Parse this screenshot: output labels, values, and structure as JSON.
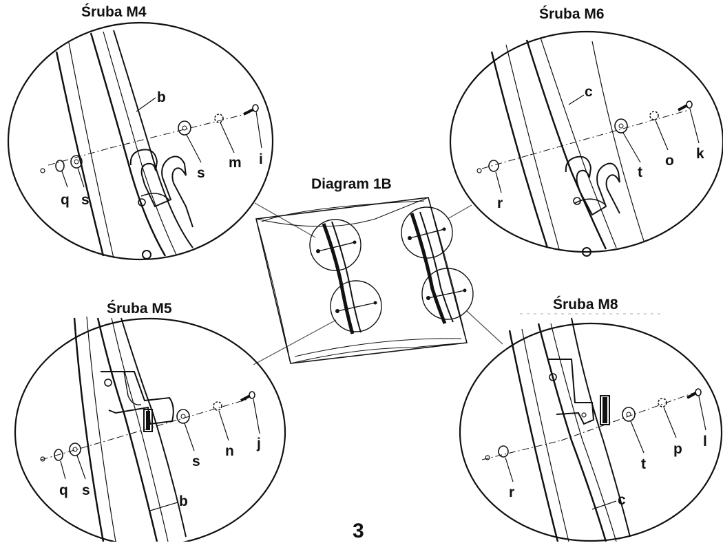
{
  "diagram_title": "Diagram 1B",
  "page_number": "3",
  "panels": {
    "top_left": {
      "title": "Śruba M4",
      "labels": [
        "b",
        "s",
        "m",
        "i",
        "q",
        "s"
      ]
    },
    "top_right": {
      "title": "Śruba M6",
      "labels": [
        "c",
        "t",
        "o",
        "k",
        "r"
      ]
    },
    "bottom_left": {
      "title": "Śruba M5",
      "labels": [
        "s",
        "n",
        "j",
        "q",
        "s",
        "b"
      ]
    },
    "bottom_right": {
      "title": "Śruba M8",
      "labels": [
        "t",
        "p",
        "l",
        "r",
        "c"
      ]
    }
  },
  "colors": {
    "line": "#111111",
    "thin": "#555555",
    "background": "#ffffff"
  }
}
